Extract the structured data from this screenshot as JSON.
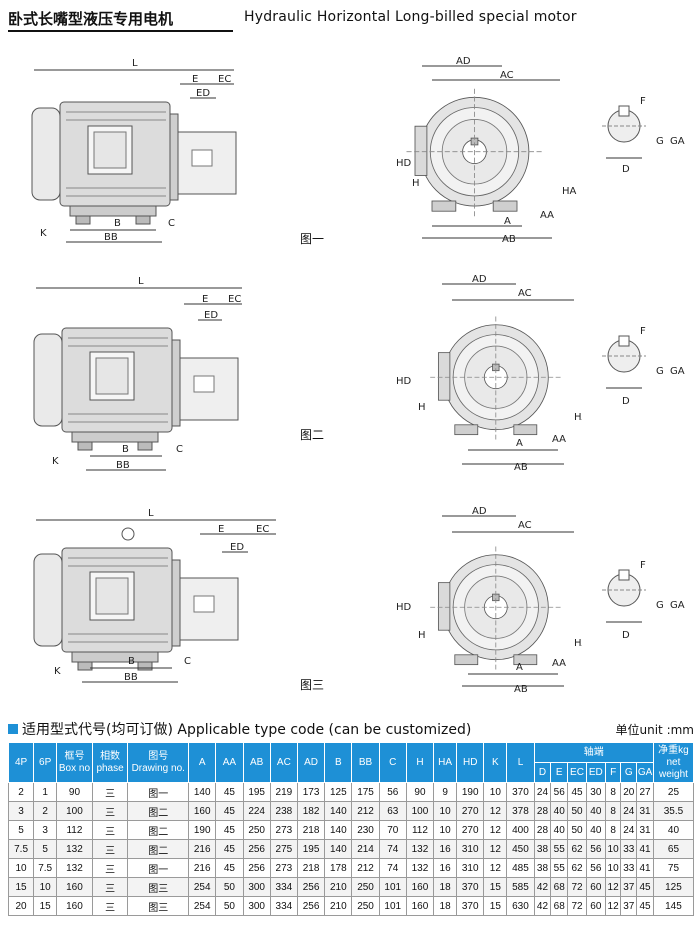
{
  "header": {
    "title_cn": "卧式长嘴型液压专用电机",
    "title_en": "Hydraulic Horizontal Long-billed special motor"
  },
  "figures": [
    {
      "caption": "图一"
    },
    {
      "caption": "图二"
    },
    {
      "caption": "图三"
    }
  ],
  "dims": {
    "L": "L",
    "E": "E",
    "EC": "EC",
    "ED": "ED",
    "B": "B",
    "BB": "BB",
    "C": "C",
    "K": "K",
    "AD": "AD",
    "AC": "AC",
    "HD": "HD",
    "H": "H",
    "HA": "HA",
    "AA": "AA",
    "A": "A",
    "AB": "AB",
    "F": "F",
    "G": "G",
    "GA": "GA",
    "D": "D"
  },
  "table": {
    "title": "适用型式代号(均可订做) Applicable type code (can be customized)",
    "unit": "单位unit :mm",
    "headers": {
      "p4": "4P",
      "p6": "6P",
      "box": [
        "框号",
        "Box no"
      ],
      "phase": [
        "相数",
        "phase"
      ],
      "drawing": [
        "图号",
        "Drawing no."
      ],
      "A": "A",
      "AA": "AA",
      "AB": "AB",
      "AC": "AC",
      "AD": "AD",
      "B": "B",
      "BB": "BB",
      "C": "C",
      "H": "H",
      "HA": "HA",
      "HD": "HD",
      "K": "K",
      "L": "L",
      "shaft": "轴端",
      "D": "D",
      "E": "E",
      "EC": "EC",
      "ED": "ED",
      "F": "F",
      "G": "G",
      "GA": "GA",
      "weight": [
        "净重kg",
        "net",
        "weight"
      ]
    },
    "rows": [
      [
        "2",
        "1",
        "90",
        "三",
        "图一",
        "140",
        "45",
        "195",
        "219",
        "173",
        "125",
        "175",
        "56",
        "90",
        "9",
        "190",
        "10",
        "370",
        "24",
        "56",
        "45",
        "30",
        "8",
        "20",
        "27",
        "25"
      ],
      [
        "3",
        "2",
        "100",
        "三",
        "图二",
        "160",
        "45",
        "224",
        "238",
        "182",
        "140",
        "212",
        "63",
        "100",
        "10",
        "270",
        "12",
        "378",
        "28",
        "40",
        "50",
        "40",
        "8",
        "24",
        "31",
        "35.5"
      ],
      [
        "5",
        "3",
        "112",
        "三",
        "图二",
        "190",
        "45",
        "250",
        "273",
        "218",
        "140",
        "230",
        "70",
        "112",
        "10",
        "270",
        "12",
        "400",
        "28",
        "40",
        "50",
        "40",
        "8",
        "24",
        "31",
        "40"
      ],
      [
        "7.5",
        "5",
        "132",
        "三",
        "图二",
        "216",
        "45",
        "256",
        "275",
        "195",
        "140",
        "214",
        "74",
        "132",
        "16",
        "310",
        "12",
        "450",
        "38",
        "55",
        "62",
        "56",
        "10",
        "33",
        "41",
        "65"
      ],
      [
        "10",
        "7.5",
        "132",
        "三",
        "图一",
        "216",
        "45",
        "256",
        "273",
        "218",
        "178",
        "212",
        "74",
        "132",
        "16",
        "310",
        "12",
        "485",
        "38",
        "55",
        "62",
        "56",
        "10",
        "33",
        "41",
        "75"
      ],
      [
        "15",
        "10",
        "160",
        "三",
        "图三",
        "254",
        "50",
        "300",
        "334",
        "256",
        "210",
        "250",
        "101",
        "160",
        "18",
        "370",
        "15",
        "585",
        "42",
        "68",
        "72",
        "60",
        "12",
        "37",
        "45",
        "125"
      ],
      [
        "20",
        "15",
        "160",
        "三",
        "图三",
        "254",
        "50",
        "300",
        "334",
        "256",
        "210",
        "250",
        "101",
        "160",
        "18",
        "370",
        "15",
        "630",
        "42",
        "68",
        "72",
        "60",
        "12",
        "37",
        "45",
        "145"
      ]
    ]
  }
}
